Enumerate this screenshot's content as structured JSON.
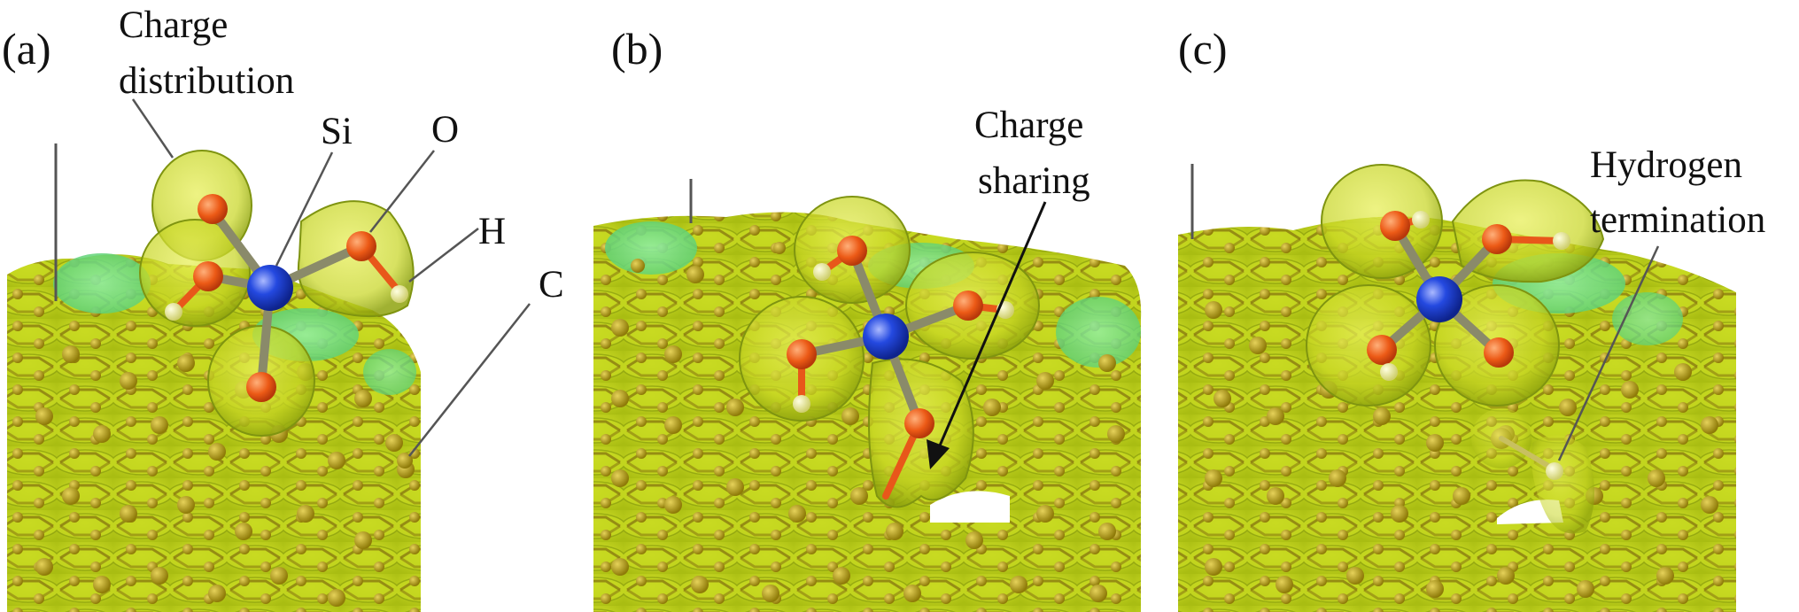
{
  "panels": [
    {
      "label": "(a)"
    },
    {
      "label": "(b)"
    },
    {
      "label": "(c)"
    }
  ],
  "annotations": {
    "a_charge_line1": "Charge",
    "a_charge_line2": "distribution",
    "a_si": "Si",
    "a_o": "O",
    "a_h": "H",
    "a_c": "C",
    "b_line1": "Charge",
    "b_line2": "sharing",
    "c_line1": "Hydrogen",
    "c_line2": "termination"
  },
  "colors": {
    "isosurface": "#bcd01a",
    "isosurface_edge": "#7f9410",
    "carbon": "#a89410",
    "oxygen": "#e8571a",
    "silicon": "#1f44d6",
    "hydrogen": "#ecec9a",
    "pocket": "#6ee08a"
  }
}
